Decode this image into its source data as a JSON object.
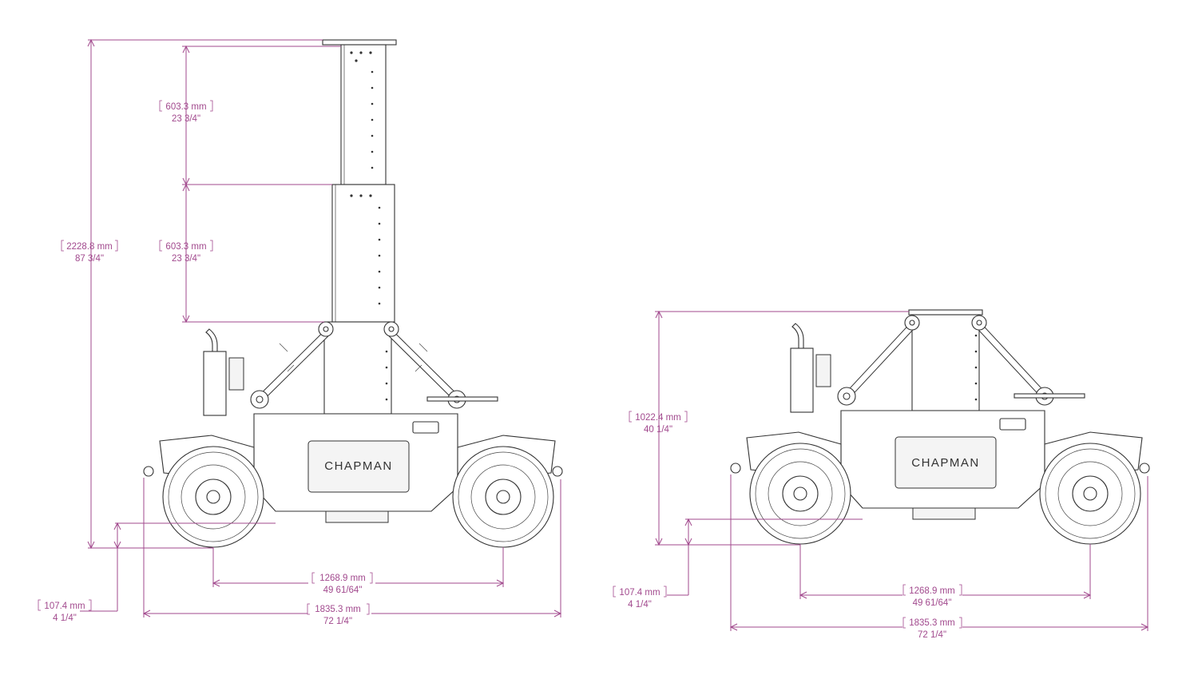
{
  "colors": {
    "dimension": "#a24a8e",
    "drawing": "#333333",
    "background": "#ffffff"
  },
  "brand": "CHAPMAN",
  "left_view": {
    "overall_height": {
      "mm": "2228.8 mm",
      "inch": "87 3/4\""
    },
    "column_upper": {
      "mm": "603.3 mm",
      "inch": "23 3/4\""
    },
    "column_lower": {
      "mm": "603.3 mm",
      "inch": "23 3/4\""
    },
    "ground_clearance": {
      "mm": "107.4 mm",
      "inch": "4 1/4\""
    },
    "wheelbase": {
      "mm": "1268.9 mm",
      "inch": "49 61/64\""
    },
    "overall_length": {
      "mm": "1835.3 mm",
      "inch": "72 1/4\""
    }
  },
  "right_view": {
    "overall_height": {
      "mm": "1022.4 mm",
      "inch": "40 1/4\""
    },
    "ground_clearance": {
      "mm": "107.4 mm",
      "inch": "4 1/4\""
    },
    "wheelbase": {
      "mm": "1268.9 mm",
      "inch": "49 61/64\""
    },
    "overall_length": {
      "mm": "1835.3 mm",
      "inch": "72 1/4\""
    }
  }
}
